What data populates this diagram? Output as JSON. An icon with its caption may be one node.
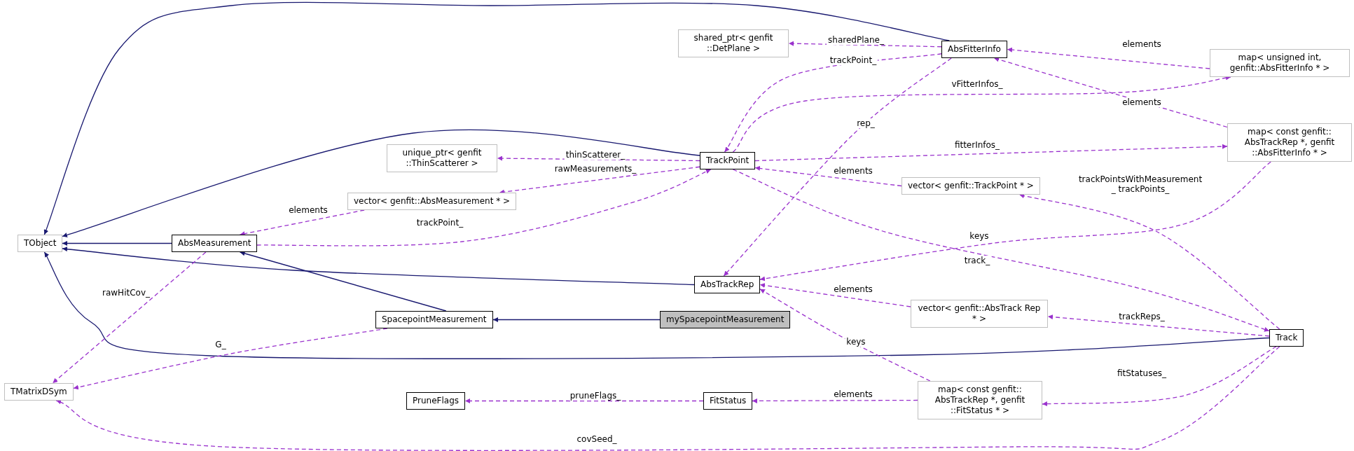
{
  "diagram": {
    "nodes": [
      {
        "text": [
          "TObject"
        ]
      },
      {
        "text": [
          "AbsMeasurement"
        ]
      },
      {
        "text": [
          "SpacepointMeasurement"
        ]
      },
      {
        "text": [
          "mySpacepointMeasurement"
        ]
      },
      {
        "text": [
          "TMatrixDSym"
        ]
      },
      {
        "text": [
          "PruneFlags"
        ]
      },
      {
        "text": [
          "unique_ptr< genfit ::ThinScatterer >"
        ]
      },
      {
        "text": [
          "vector< genfit::AbsMeasurement * >"
        ]
      },
      {
        "text": [
          "shared_ptr< genfit ::DetPlane >"
        ]
      },
      {
        "text": [
          "TrackPoint"
        ]
      },
      {
        "text": [
          "AbsFitterInfo"
        ]
      },
      {
        "text": [
          "map< unsigned int, genfit::AbsFitterInfo * >"
        ]
      },
      {
        "text": [
          "map< const genfit:: AbsTrackRep *, genfit ::AbsFitterInfo * >"
        ]
      },
      {
        "text": [
          "vector< genfit::TrackPoint * >"
        ]
      },
      {
        "text": [
          "AbsTrackRep"
        ]
      },
      {
        "text": [
          "vector< genfit::AbsTrack Rep * >"
        ]
      },
      {
        "text": [
          "FitStatus"
        ]
      },
      {
        "text": [
          "map< const genfit:: AbsTrackRep *, genfit ::FitStatus * >"
        ]
      },
      {
        "text": [
          "Track"
        ]
      }
    ],
    "edges": [
      {
        "from": 10,
        "to": 0,
        "arrow": "to",
        "color": "#191970"
      },
      {
        "from": 9,
        "to": 0,
        "arrow": "to",
        "color": "#191970"
      },
      {
        "from": 1,
        "to": 0,
        "arrow": "to",
        "color": "#191970"
      },
      {
        "from": 14,
        "to": 0,
        "arrow": "to",
        "color": "#191970"
      },
      {
        "from": 18,
        "to": 0,
        "arrow": "to",
        "color": "#191970"
      },
      {
        "from": 2,
        "to": 1,
        "arrow": "to",
        "color": "#191970"
      },
      {
        "from": 3,
        "to": 2,
        "arrow": "to",
        "color": "#191970"
      },
      {
        "from": 10,
        "to": 8,
        "arrow": "to",
        "style": "dashed",
        "label": "sharedPlane_"
      },
      {
        "from": 10,
        "to": 9,
        "arrow": "to",
        "style": "dashed",
        "label": "trackPoint_"
      },
      {
        "from": 10,
        "to": 14,
        "arrow": "to",
        "style": "dashed",
        "label": "rep_"
      },
      {
        "from": 9,
        "to": 11,
        "arrow": "to",
        "style": "dashed",
        "label": "vFitterInfos_"
      },
      {
        "from": 11,
        "to": 10,
        "arrow": "to",
        "style": "dashed",
        "label": "elements"
      },
      {
        "from": 12,
        "to": 10,
        "arrow": "to",
        "style": "dashed",
        "label": "elements"
      },
      {
        "from": 9,
        "to": 12,
        "arrow": "to",
        "style": "dashed",
        "label": "fitterInfos_"
      },
      {
        "from": 9,
        "to": 6,
        "arrow": "to",
        "style": "dashed",
        "label": "thinScatterer_"
      },
      {
        "from": 9,
        "to": 7,
        "arrow": "to",
        "style": "dashed",
        "label": "rawMeasurements_"
      },
      {
        "from": 1,
        "to": 9,
        "arrow": "to",
        "style": "dashed",
        "label": "trackPoint_"
      },
      {
        "from": 7,
        "to": 1,
        "arrow": "to",
        "style": "dashed",
        "label": "elements"
      },
      {
        "from": 13,
        "to": 9,
        "arrow": "to",
        "style": "dashed",
        "label": "elements"
      },
      {
        "from": 18,
        "to": 13,
        "arrow": "to",
        "style": "dashed",
        "label": "trackPointsWithMeasurement _ trackPoints_"
      },
      {
        "from": 12,
        "to": 14,
        "arrow": "to",
        "style": "dashed",
        "label": "keys"
      },
      {
        "from": 9,
        "to": 18,
        "arrow": "to",
        "style": "dashed",
        "label": "track_"
      },
      {
        "from": 18,
        "to": 15,
        "arrow": "to",
        "style": "dashed",
        "label": "trackReps_"
      },
      {
        "from": 15,
        "to": 14,
        "arrow": "to",
        "style": "dashed",
        "label": "elements"
      },
      {
        "from": 17,
        "to": 14,
        "arrow": "to",
        "style": "dashed",
        "label": "keys"
      },
      {
        "from": 17,
        "to": 16,
        "arrow": "to",
        "style": "dashed",
        "label": "elements"
      },
      {
        "from": 16,
        "to": 5,
        "arrow": "to",
        "style": "dashed",
        "label": "pruneFlags_"
      },
      {
        "from": 18,
        "to": 17,
        "arrow": "to",
        "style": "dashed",
        "label": "fitStatuses_"
      },
      {
        "from": 18,
        "to": 4,
        "arrow": "to",
        "style": "dashed",
        "label": "covSeed_"
      },
      {
        "from": 1,
        "to": 4,
        "arrow": "to",
        "style": "dashed",
        "label": "rawHitCov_"
      },
      {
        "from": 2,
        "to": 4,
        "arrow": "to",
        "style": "dashed",
        "label": "G_"
      }
    ]
  }
}
